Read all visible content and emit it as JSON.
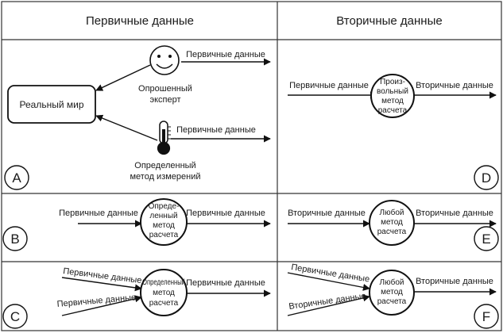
{
  "headers": {
    "left": "Первичные данные",
    "right": "Вторичные данные"
  },
  "panel_a": {
    "letter": "A",
    "real_world": "Реальный мир",
    "expert_line1": "Опрошенный",
    "expert_line2": "эксперт",
    "method_line1": "Определенный",
    "method_line2": "метод измерений",
    "expert_output": "Первичные данные",
    "method_output": "Первичные данные"
  },
  "panel_b": {
    "letter": "B",
    "input": "Первичные данные",
    "output": "Первичные данные",
    "node_lines": [
      "Опреде-",
      "ленный",
      "метод",
      "расчета"
    ]
  },
  "panel_c": {
    "letter": "C",
    "input1": "Первичные данные",
    "input2": "Первичные данные",
    "output": "Первичные данные",
    "node_lines": [
      "Определенный",
      "метод",
      "расчета"
    ]
  },
  "panel_d": {
    "letter": "D",
    "input": "Первичные данные",
    "output": "Вторичные данные",
    "node_lines": [
      "Произ-",
      "вольный",
      "метод",
      "расчета"
    ]
  },
  "panel_e": {
    "letter": "E",
    "input": "Вторичные данные",
    "output": "Вторичные данные",
    "node_lines": [
      "Любой",
      "метод",
      "расчета"
    ]
  },
  "panel_f": {
    "letter": "F",
    "input1": "Первичные данные",
    "input2": "Вторичные данные",
    "output": "Вторичные данные",
    "node_lines": [
      "Любой",
      "метод",
      "расчета"
    ]
  },
  "icons": {
    "expert": "smiley-face-icon",
    "measurement": "thermometer-icon"
  }
}
